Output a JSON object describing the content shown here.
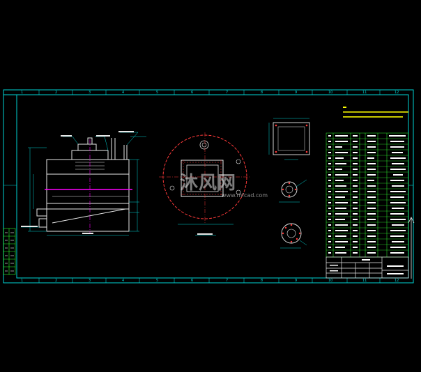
{
  "watermark": {
    "brand": "沐风网",
    "url": "www.mfcad.com"
  },
  "border": {
    "top_numbers": [
      "1",
      "2",
      "3",
      "4",
      "5",
      "6",
      "7",
      "8",
      "9",
      "10",
      "11",
      "12"
    ],
    "bottom_numbers": [
      "1",
      "2",
      "3",
      "4",
      "5",
      "6",
      "7",
      "8",
      "9",
      "10",
      "11",
      "12"
    ]
  },
  "colors": {
    "frame": "#00d4d4",
    "drawing": "#e8e8e8",
    "centerline": "#ff00ff",
    "hidden": "#ff3a3a",
    "table": "#30ff30",
    "text": "#ffffff",
    "annotation": "#ffff00"
  }
}
